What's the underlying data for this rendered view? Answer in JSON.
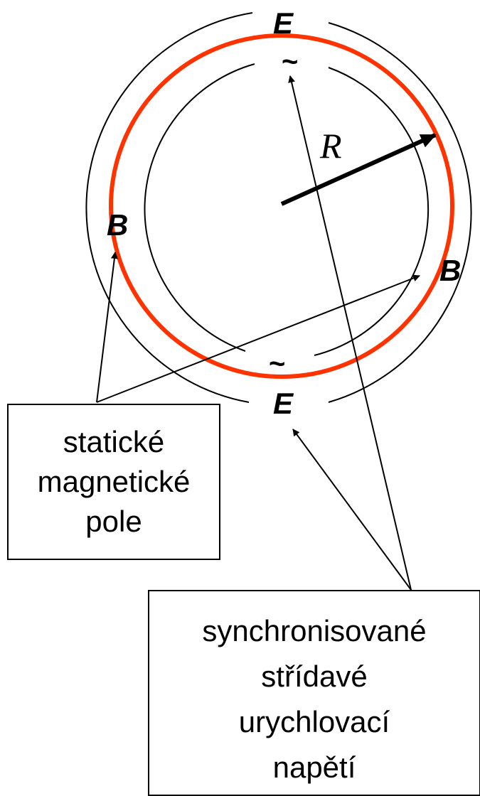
{
  "labels": {
    "e_top": "E",
    "e_bottom": "E",
    "b_left": "B",
    "b_right": "B",
    "radius": "R",
    "tilde_top": "~",
    "tilde_bottom": "~"
  },
  "boxes": {
    "static_field": {
      "lines": [
        "statické",
        "magnetické",
        "pole"
      ]
    },
    "sync_voltage": {
      "lines": [
        "synchronisované",
        "střídavé",
        "urychlovací",
        "napětí"
      ]
    }
  },
  "colors": {
    "orbit": "#ff3300",
    "lines": "#000000"
  }
}
